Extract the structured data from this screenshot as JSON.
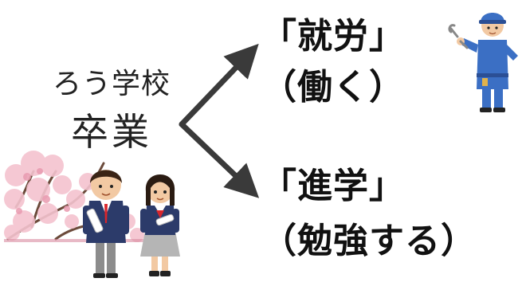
{
  "source": {
    "line1": "ろう学校",
    "line2": "卒業"
  },
  "destinations": [
    {
      "line1": "「就労」",
      "line2": "（働く）"
    },
    {
      "line1": "「進学」",
      "line2": "（勉強する）"
    }
  ],
  "arrows": {
    "color": "#3a3a3a",
    "count": 2
  },
  "illustrations": [
    {
      "icon": "cherry-blossom-tree",
      "colors": [
        "#f4c3cf",
        "#6b4a3a"
      ]
    },
    {
      "icon": "graduate-boy",
      "colors": [
        "#2c3b6a",
        "#9a9a9a",
        "#d9262c"
      ]
    },
    {
      "icon": "graduate-girl",
      "colors": [
        "#2c3b6a",
        "#b5b5b5",
        "#d9262c"
      ]
    },
    {
      "icon": "mechanic-worker",
      "colors": [
        "#3b6fc4",
        "#f2c9a3"
      ]
    }
  ]
}
